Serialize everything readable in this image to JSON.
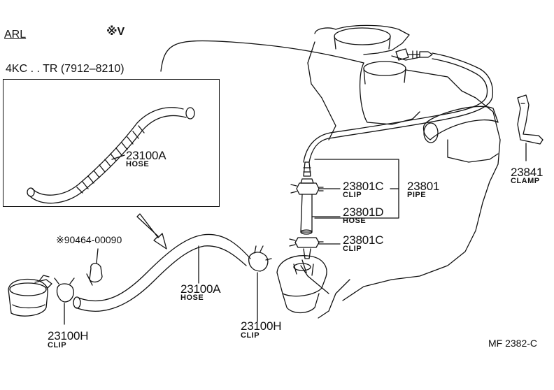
{
  "header": {
    "variant_a": "ARL",
    "variant_b": "※V",
    "range": "4KC . . TR (7912–8210)"
  },
  "parts": [
    {
      "id": "p23100A_inset",
      "number": "23100A",
      "name": "HOSE"
    },
    {
      "id": "p23100A",
      "number": "23100A",
      "name": "HOSE"
    },
    {
      "id": "p23100H_left",
      "number": "23100H",
      "name": "CLIP"
    },
    {
      "id": "p23100H_mid",
      "number": "23100H",
      "name": "CLIP"
    },
    {
      "id": "p23801C_top",
      "number": "23801C",
      "name": "CLIP"
    },
    {
      "id": "p23801D",
      "number": "23801D",
      "name": "HOSE"
    },
    {
      "id": "p23801C_bottom",
      "number": "23801C",
      "name": "CLIP"
    },
    {
      "id": "p23801",
      "number": "23801",
      "name": "PIPE"
    },
    {
      "id": "p23841",
      "number": "23841",
      "name": "CLAMP"
    },
    {
      "id": "p90464",
      "number": "※90464-00090",
      "name": ""
    }
  ],
  "footer": {
    "code": "MF  2382-C"
  }
}
